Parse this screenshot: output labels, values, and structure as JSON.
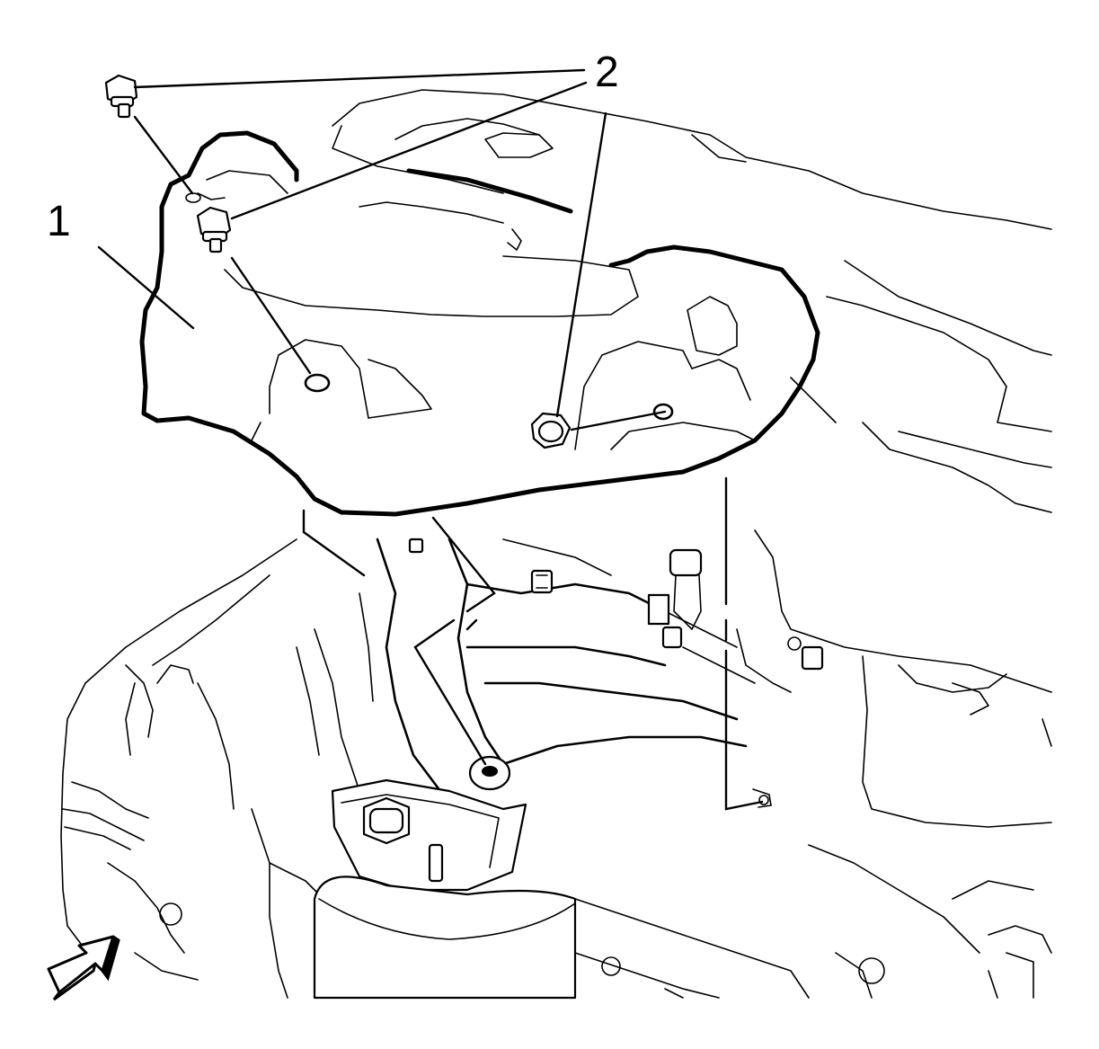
{
  "diagram": {
    "callouts": [
      {
        "id": "1",
        "label": "1"
      },
      {
        "id": "2",
        "label": "2"
      }
    ],
    "view_arrow_icon": "view-direction-arrow-icon",
    "colors": {
      "line": "#000000",
      "background": "#ffffff"
    }
  }
}
